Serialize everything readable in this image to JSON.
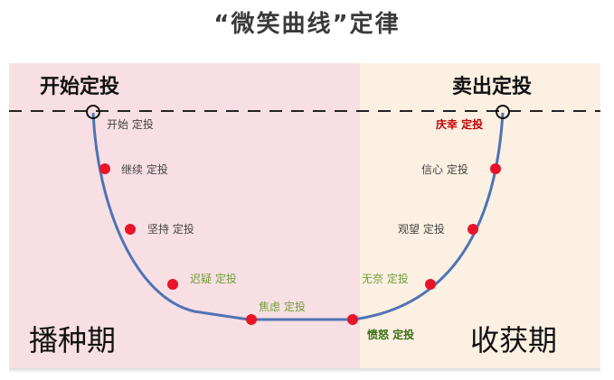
{
  "title": "“微笑曲线”定律",
  "top_left_label": "开始定投",
  "top_right_label": "卖出定投",
  "phase_left": "播种期",
  "phase_right": "收获期",
  "colors": {
    "left_panel": "#f8dfe3",
    "right_panel": "#fcf0e3",
    "curve": "#4f73b5",
    "point": "#e8142a"
  },
  "points": [
    {
      "label": "开始  定投"
    },
    {
      "label": "继续  定投"
    },
    {
      "label": "坚持  定投"
    },
    {
      "label": "迟疑  定投"
    },
    {
      "label": "焦虑  定投"
    },
    {
      "label": "愤怒  定投"
    },
    {
      "label": "无奈  定投"
    },
    {
      "label": "观望  定投"
    },
    {
      "label": "信心  定投"
    },
    {
      "label": "庆幸  定投"
    }
  ]
}
